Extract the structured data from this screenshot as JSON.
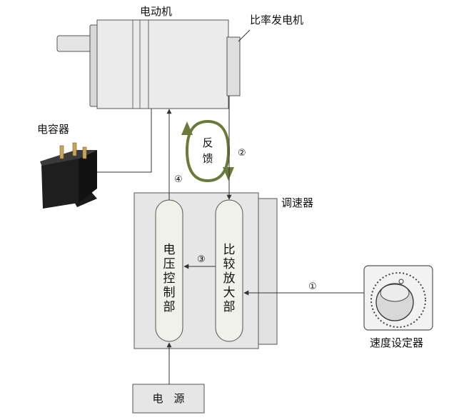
{
  "labels": {
    "motor": "电动机",
    "generator": "比率发电机",
    "capacitor": "电容器",
    "controller": "调速器",
    "speed_setter": "速度设定器",
    "power": "电　源",
    "feedback": [
      "反",
      "馈"
    ],
    "voltage_control": [
      "电",
      "压",
      "控",
      "制",
      "部"
    ],
    "compare_amplify": [
      "比",
      "较",
      "放",
      "大",
      "部"
    ]
  },
  "markers": {
    "m1": "①",
    "m2": "②",
    "m3": "③",
    "m4": "④"
  },
  "colors": {
    "feedback_loop": "#6b7a3a",
    "device_fill": "#ebebeb",
    "controller_fill": "#e6e6e6",
    "pill_fill": "#f0f1ea",
    "capacitor_body": "#1e1e1e"
  }
}
